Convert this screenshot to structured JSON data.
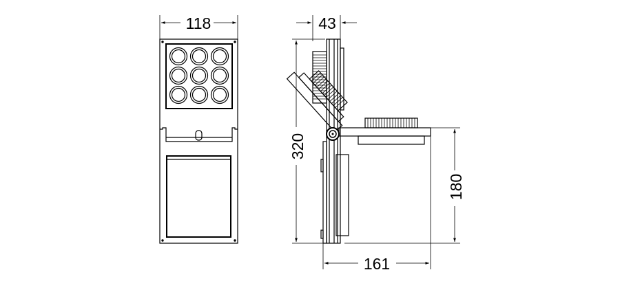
{
  "dimensions": {
    "front_width": "118",
    "side_depth": "43",
    "height_total": "320",
    "height_lower": "180",
    "projection": "161"
  },
  "colors": {
    "line": "#000000",
    "background": "#ffffff"
  }
}
